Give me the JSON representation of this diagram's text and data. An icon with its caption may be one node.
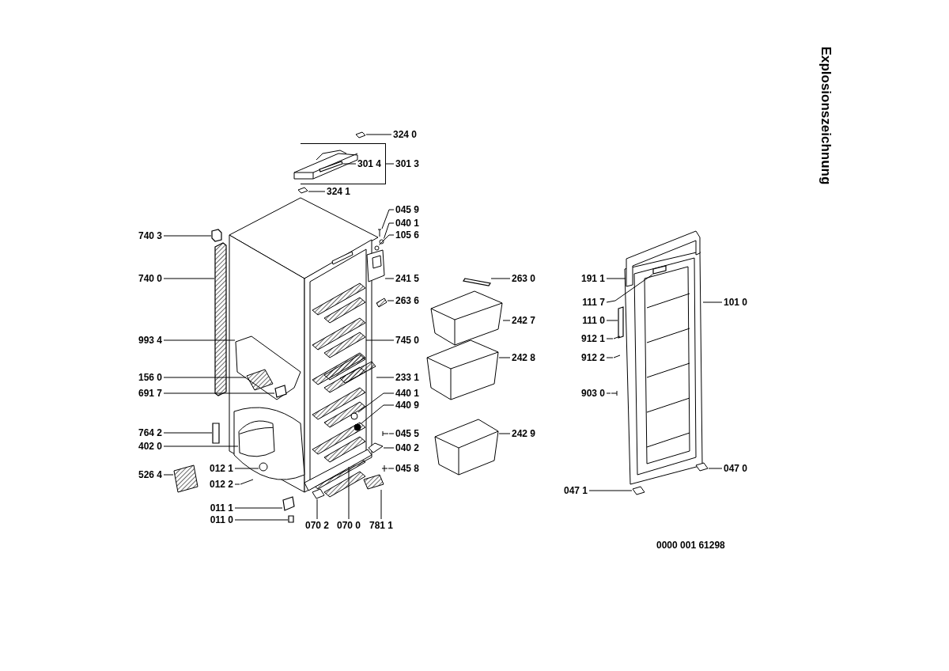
{
  "diagram": {
    "title": "Explosionszeichnung",
    "nodes": [
      {
        "text": [
          "324 0"
        ]
      },
      {
        "text": [
          "301 4"
        ],
        "in": 87
      },
      {
        "text": [
          "301 3"
        ]
      },
      {
        "text": [
          "324 1"
        ]
      },
      {
        "text": [
          "045 9"
        ]
      },
      {
        "text": [
          "040 1"
        ]
      },
      {
        "text": [
          "105 6"
        ]
      },
      {
        "text": [
          "241 5"
        ]
      },
      {
        "text": [
          "263 6"
        ]
      },
      {
        "text": [
          "745 0"
        ]
      },
      {
        "text": [
          "233 1"
        ]
      },
      {
        "text": [
          "440 1"
        ]
      },
      {
        "text": [
          "440 9"
        ]
      },
      {
        "text": [
          "045 5"
        ]
      },
      {
        "text": [
          "040 2"
        ]
      },
      {
        "text": [
          "045 8"
        ]
      },
      {
        "text": [
          "781 1"
        ]
      },
      {
        "text": [
          "070 0"
        ]
      },
      {
        "text": [
          "070 2"
        ]
      },
      {
        "text": [
          "740 3"
        ]
      },
      {
        "text": [
          "740 0"
        ]
      },
      {
        "text": [
          "993 4"
        ]
      },
      {
        "text": [
          "156 0"
        ]
      },
      {
        "text": [
          "691 7"
        ]
      },
      {
        "text": [
          "764 2"
        ]
      },
      {
        "text": [
          "402 0"
        ]
      },
      {
        "text": [
          "526 4"
        ]
      },
      {
        "text": [
          "012 1"
        ]
      },
      {
        "text": [
          "012 2"
        ]
      },
      {
        "text": [
          "011 1"
        ]
      },
      {
        "text": [
          "011 0"
        ]
      },
      {
        "text": [
          "263 0"
        ]
      },
      {
        "text": [
          "242 7"
        ]
      },
      {
        "text": [
          "242 8"
        ]
      },
      {
        "text": [
          "242 9"
        ]
      },
      {
        "text": [
          "191 1"
        ]
      },
      {
        "text": [
          "111 7"
        ]
      },
      {
        "text": [
          "111 0"
        ]
      },
      {
        "text": [
          "912 1"
        ]
      },
      {
        "text": [
          "912 2"
        ]
      },
      {
        "text": [
          "903 0"
        ]
      },
      {
        "text": [
          "101 0"
        ]
      },
      {
        "text": [
          "047 0"
        ]
      },
      {
        "text": [
          "047 1"
        ]
      },
      {
        "text": [],
        "shape": "picture"
      },
      {
        "text": [],
        "shape": "box",
        "in": 87
      },
      {
        "text": [],
        "shape": "picture"
      },
      {
        "text": [],
        "shape": "picture"
      },
      {
        "text": [],
        "shape": "picture"
      },
      {
        "text": [],
        "shape": "picture"
      },
      {
        "text": [],
        "shape": "picture"
      },
      {
        "text": [],
        "shape": "picture"
      },
      {
        "text": [],
        "shape": "picture"
      },
      {
        "text": [],
        "shape": "picture"
      },
      {
        "text": [],
        "shape": "picture"
      },
      {
        "text": [],
        "shape": "picture"
      },
      {
        "text": [],
        "shape": "picture"
      },
      {
        "text": [],
        "shape": "picture"
      },
      {
        "text": [],
        "shape": "picture"
      },
      {
        "text": [],
        "shape": "picture"
      },
      {
        "text": [],
        "shape": "picture"
      },
      {
        "text": [],
        "shape": "picture"
      },
      {
        "text": [],
        "shape": "box"
      },
      {
        "text": [],
        "shape": "box"
      },
      {
        "text": [],
        "shape": "picture"
      },
      {
        "text": [],
        "shape": "picture",
        "in": 64
      },
      {
        "text": [],
        "shape": "box",
        "in": 64
      },
      {
        "text": [],
        "shape": "box"
      },
      {
        "text": [],
        "shape": "picture"
      },
      {
        "text": [],
        "shape": "picture"
      },
      {
        "text": [],
        "shape": "picture"
      },
      {
        "text": [],
        "shape": "picture"
      },
      {
        "text": [],
        "shape": "box"
      },
      {
        "text": [],
        "shape": "box"
      },
      {
        "text": [],
        "shape": "box"
      },
      {
        "text": [],
        "shape": "picture"
      },
      {
        "text": [],
        "shape": "picture"
      },
      {
        "text": [],
        "shape": "picture"
      },
      {
        "text": [],
        "shape": "picture"
      },
      {
        "text": [],
        "shape": "box",
        "in": 84
      },
      {
        "text": [],
        "shape": "box"
      },
      {
        "text": [],
        "shape": "picture"
      },
      {
        "text": [],
        "shape": "picture"
      },
      {
        "text": [],
        "shape": "picture"
      },
      {
        "text": [],
        "shape": "picture"
      },
      {
        "text": [],
        "shape": "picture"
      },
      {
        "text": [],
        "shape": "picture"
      },
      {
        "text": [],
        "shape": "bracket"
      }
    ],
    "edges": [
      {
        "from": 0,
        "to": 44,
        "arrow": "none"
      },
      {
        "from": 1,
        "to": 45,
        "arrow": "none"
      },
      {
        "from": 2,
        "to": 87,
        "arrow": "none"
      },
      {
        "from": 3,
        "to": 46,
        "arrow": "none"
      },
      {
        "from": 4,
        "to": 47,
        "arrow": "none"
      },
      {
        "from": 5,
        "to": 48,
        "arrow": "none"
      },
      {
        "from": 6,
        "to": 49,
        "arrow": "none"
      },
      {
        "from": 7,
        "to": 50,
        "arrow": "none"
      },
      {
        "from": 8,
        "to": 51,
        "arrow": "none"
      },
      {
        "from": 9,
        "to": 52,
        "arrow": "none"
      },
      {
        "from": 10,
        "to": 53,
        "arrow": "none"
      },
      {
        "from": 11,
        "to": 54,
        "arrow": "none"
      },
      {
        "from": 12,
        "to": 55,
        "arrow": "none"
      },
      {
        "from": 13,
        "to": 56,
        "arrow": "none"
      },
      {
        "from": 14,
        "to": 57,
        "arrow": "none"
      },
      {
        "from": 15,
        "to": 58,
        "arrow": "none"
      },
      {
        "from": 16,
        "to": 59,
        "arrow": "none"
      },
      {
        "from": 17,
        "to": 60,
        "arrow": "none"
      },
      {
        "from": 18,
        "to": 61,
        "arrow": "none"
      },
      {
        "from": 19,
        "to": 62,
        "arrow": "none"
      },
      {
        "from": 20,
        "to": 63,
        "arrow": "none"
      },
      {
        "from": 21,
        "to": 64,
        "arrow": "none"
      },
      {
        "from": 22,
        "to": 65,
        "arrow": "none"
      },
      {
        "from": 23,
        "to": 66,
        "arrow": "none"
      },
      {
        "from": 24,
        "to": 67,
        "arrow": "none"
      },
      {
        "from": 25,
        "to": 68,
        "arrow": "none"
      },
      {
        "from": 26,
        "to": 69,
        "arrow": "none"
      },
      {
        "from": 27,
        "to": 70,
        "arrow": "none"
      },
      {
        "from": 28,
        "to": 71,
        "arrow": "none"
      },
      {
        "from": 29,
        "to": 72,
        "arrow": "none"
      },
      {
        "from": 30,
        "to": 73,
        "arrow": "none"
      },
      {
        "from": 31,
        "to": 74,
        "arrow": "none"
      },
      {
        "from": 32,
        "to": 75,
        "arrow": "none"
      },
      {
        "from": 33,
        "to": 76,
        "arrow": "none"
      },
      {
        "from": 34,
        "to": 77,
        "arrow": "none"
      },
      {
        "from": 35,
        "to": 78,
        "arrow": "none"
      },
      {
        "from": 36,
        "to": 79,
        "arrow": "none"
      },
      {
        "from": 37,
        "to": 80,
        "arrow": "none"
      },
      {
        "from": 38,
        "to": 81,
        "arrow": "none"
      },
      {
        "from": 39,
        "to": 82,
        "arrow": "none"
      },
      {
        "from": 40,
        "to": 83,
        "arrow": "none"
      },
      {
        "from": 41,
        "to": 84,
        "arrow": "none"
      },
      {
        "from": 42,
        "to": 85,
        "arrow": "none"
      },
      {
        "from": 43,
        "to": 86,
        "arrow": "none"
      }
    ],
    "labels": [
      "0000 001 61298"
    ]
  }
}
